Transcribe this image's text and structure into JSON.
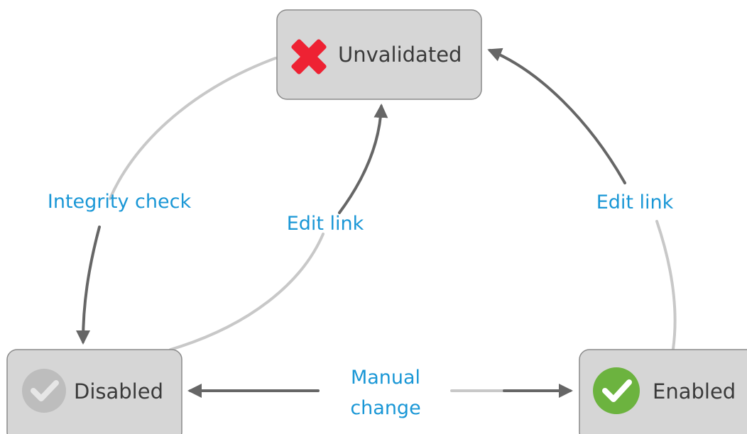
{
  "nodes": {
    "unvalidated": {
      "label": "Unvalidated",
      "icon": "red-x-icon"
    },
    "disabled": {
      "label": "Disabled",
      "icon": "gray-check-circle-icon"
    },
    "enabled": {
      "label": "Enabled",
      "icon": "green-check-circle-icon"
    }
  },
  "edges": {
    "integrity_check": {
      "label": "Integrity check"
    },
    "edit_link_left": {
      "label": "Edit link"
    },
    "edit_link_right": {
      "label": "Edit link"
    },
    "manual_change": {
      "line1": "Manual",
      "line2": "change"
    }
  },
  "colors": {
    "label_blue": "#1a97d6",
    "edge_dark": "#666666",
    "edge_light": "#c8c8c8",
    "x_red": "#ee2233",
    "check_green": "#6cb33f",
    "check_gray": "#bdbdbd"
  }
}
